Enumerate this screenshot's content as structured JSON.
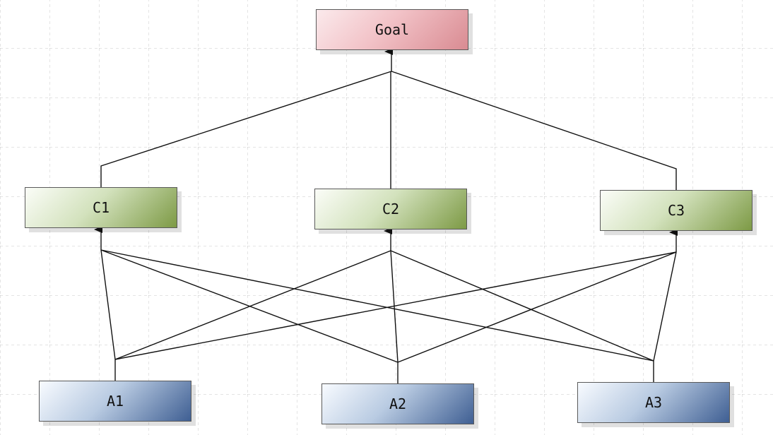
{
  "diagram": {
    "goal": {
      "label": "Goal"
    },
    "criteria": [
      {
        "id": "C1",
        "label": "C1"
      },
      {
        "id": "C2",
        "label": "C2"
      },
      {
        "id": "C3",
        "label": "C3"
      }
    ],
    "alternatives": [
      {
        "id": "A1",
        "label": "A1"
      },
      {
        "id": "A2",
        "label": "A2"
      },
      {
        "id": "A3",
        "label": "A3"
      }
    ],
    "edges": [
      {
        "from": "C1",
        "to": "Goal"
      },
      {
        "from": "C2",
        "to": "Goal"
      },
      {
        "from": "C3",
        "to": "Goal"
      },
      {
        "from": "A1",
        "to": "C1"
      },
      {
        "from": "A1",
        "to": "C2"
      },
      {
        "from": "A1",
        "to": "C3"
      },
      {
        "from": "A2",
        "to": "C1"
      },
      {
        "from": "A2",
        "to": "C2"
      },
      {
        "from": "A2",
        "to": "C3"
      },
      {
        "from": "A3",
        "to": "C1"
      },
      {
        "from": "A3",
        "to": "C2"
      },
      {
        "from": "A3",
        "to": "C3"
      }
    ],
    "colors": {
      "goal_fill": "#e8a8ae",
      "criterion_fill": "#9db56a",
      "alternative_fill": "#7891bd",
      "edge": "#111111",
      "grid": "#c8c8c8"
    }
  }
}
